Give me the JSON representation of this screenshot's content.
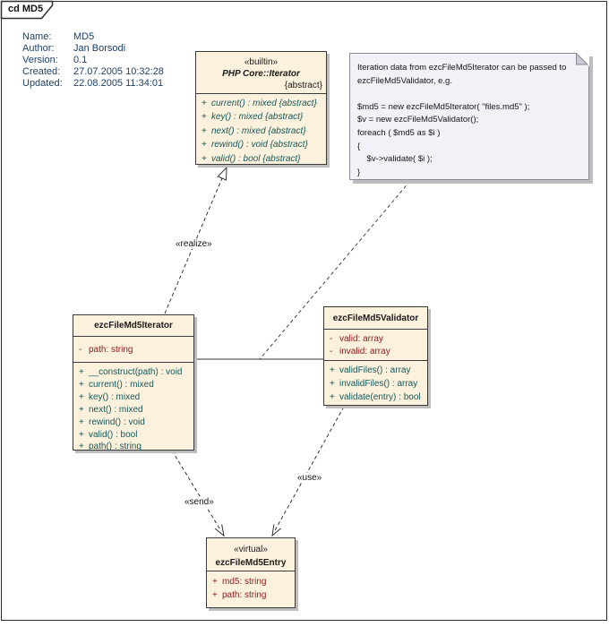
{
  "frame": {
    "label": "cd MD5"
  },
  "info": {
    "rows": [
      {
        "label": "Name:",
        "value": "MD5"
      },
      {
        "label": "Author:",
        "value": "Jan Borsodi"
      },
      {
        "label": "Version:",
        "value": "0.1"
      },
      {
        "label": "Created:",
        "value": "27.07.2005 10:32:28"
      },
      {
        "label": "Updated:",
        "value": "22.08.2005 11:34:01"
      }
    ]
  },
  "classes": {
    "phpIterator": {
      "stereotype": "«builtin»",
      "name": "PHP Core::Iterator",
      "tag": "{abstract}",
      "methods": [
        {
          "vis": "+",
          "text": "current() : mixed {abstract}"
        },
        {
          "vis": "+",
          "text": "key() : mixed {abstract}"
        },
        {
          "vis": "+",
          "text": "next() : mixed {abstract}"
        },
        {
          "vis": "+",
          "text": "rewind() : void {abstract}"
        },
        {
          "vis": "+",
          "text": "valid() : bool {abstract}"
        }
      ]
    },
    "iterator": {
      "name": "ezcFileMd5Iterator",
      "attributes": [
        {
          "vis": "-",
          "text": "path: string"
        }
      ],
      "methods": [
        {
          "vis": "+",
          "text": "__construct(path) : void"
        },
        {
          "vis": "+",
          "text": "current() : mixed"
        },
        {
          "vis": "+",
          "text": "key() : mixed"
        },
        {
          "vis": "+",
          "text": "next() : mixed"
        },
        {
          "vis": "+",
          "text": "rewind() : void"
        },
        {
          "vis": "+",
          "text": "valid() : bool"
        },
        {
          "vis": "+",
          "text": "path() : string"
        }
      ]
    },
    "validator": {
      "name": "ezcFileMd5Validator",
      "attributes": [
        {
          "vis": "-",
          "text": "valid: array"
        },
        {
          "vis": "-",
          "text": "invalid: array"
        }
      ],
      "methods": [
        {
          "vis": "+",
          "text": "validFiles() : array"
        },
        {
          "vis": "+",
          "text": "invalidFiles() : array"
        },
        {
          "vis": "+",
          "text": "validate(entry) : bool"
        }
      ]
    },
    "entry": {
      "stereotype": "«virtual»",
      "name": "ezcFileMd5Entry",
      "attributes": [
        {
          "vis": "+",
          "text": "md5: string"
        },
        {
          "vis": "+",
          "text": "path: string"
        }
      ]
    }
  },
  "note": {
    "lines": [
      "Iteration data from ezcFileMd5Iterator can be passed to",
      "ezcFileMd5Validator, e.g.",
      "",
      "$md5 = new ezcFileMd5Iterator( \"files.md5\" );",
      "$v = new ezcFileMd5Validator();",
      "foreach ( $md5 as $i )",
      "{",
      "    $v->validate( $i );",
      "}"
    ]
  },
  "connectors": {
    "realize_label": "«realize»",
    "send_label": "«send»",
    "use_label": "«use»"
  },
  "colors": {
    "class_fill": "#fcf1dc",
    "class_border": "#3a3a3a",
    "shadow": "#bdbdbd",
    "attribute_text": "#8e1b1b",
    "method_text": "#14585a",
    "info_text": "#1d4066",
    "note_fill": "#f2f1f8",
    "note_border": "#8a8a99",
    "note_fold": "#c9c9d2"
  }
}
